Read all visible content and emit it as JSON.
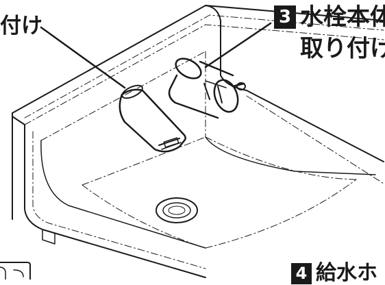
{
  "diagram": {
    "labels": {
      "top_left_fragment": "付け",
      "step3": {
        "number": "3",
        "line1": "水栓本体",
        "line2": "取り付け"
      },
      "step4": {
        "number": "4",
        "line1": "給水ホ"
      }
    },
    "colors": {
      "ink": "#1a1a1a",
      "paper": "#ffffff"
    }
  }
}
